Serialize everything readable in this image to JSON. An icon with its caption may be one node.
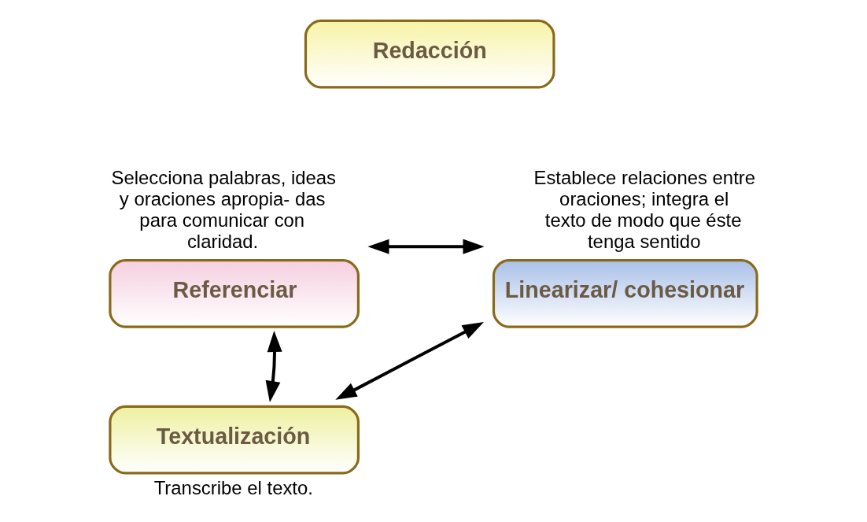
{
  "diagram": {
    "nodes": [
      {
        "text": [
          "Redacción"
        ]
      },
      {
        "text": [
          "Referenciar"
        ],
        "beside": [
          "Selecciona palabras, ideas y oraciones apropia- das para comunicar con claridad."
        ]
      },
      {
        "text": [
          "Linearizar/ cohesionar"
        ],
        "beside": [
          "Establece relaciones entre oraciones; integra el texto de modo que éste tenga sentido"
        ]
      },
      {
        "text": [
          "Textualización"
        ],
        "beside": [
          "Transcribe el texto."
        ]
      }
    ],
    "edges": [
      {
        "from": 1,
        "to": 2,
        "arrow": "both"
      },
      {
        "from": 1,
        "to": 3,
        "arrow": "both"
      },
      {
        "from": 3,
        "to": 2,
        "arrow": "both"
      }
    ]
  }
}
